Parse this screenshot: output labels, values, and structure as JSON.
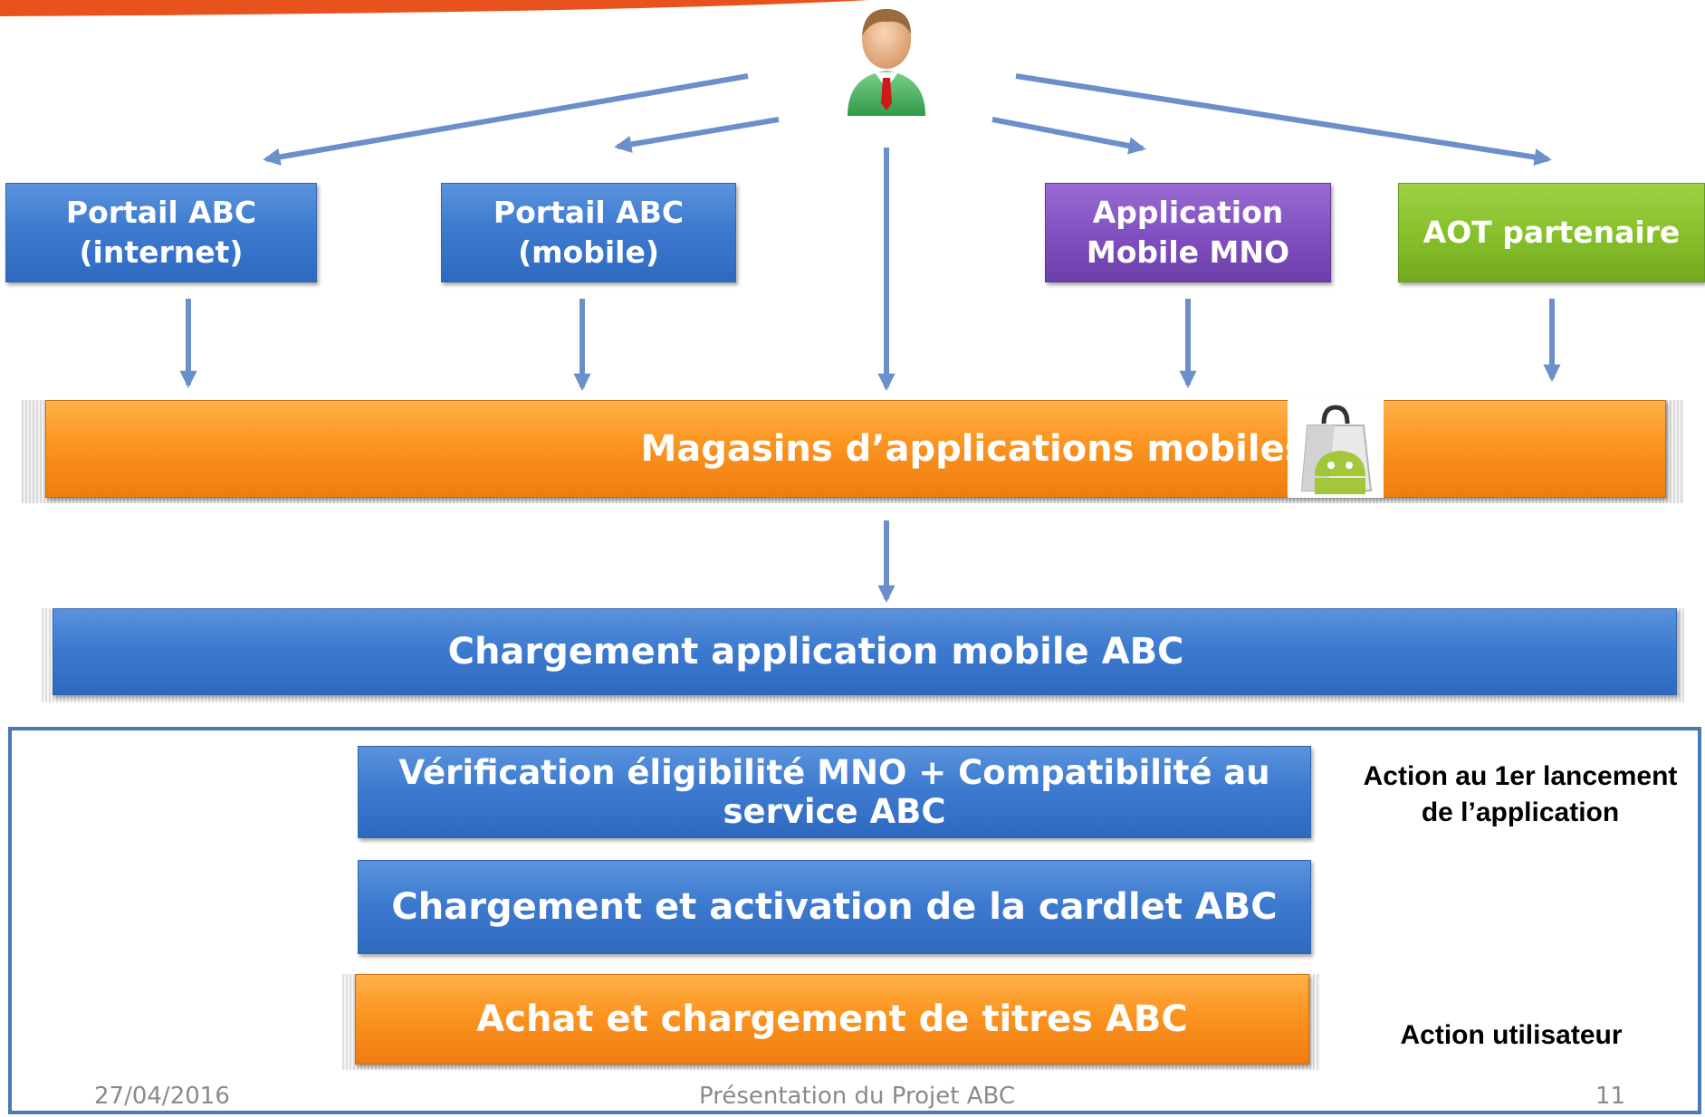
{
  "colors": {
    "arrow": "#6b8fc8",
    "blue": "#3d7bd0",
    "purple": "#7f4fbf",
    "green": "#86bf2a",
    "orange": "#fb9420",
    "banner": "#e8521c",
    "frame": "#4878b8"
  },
  "user": {
    "icon": "user-avatar-icon"
  },
  "sources": {
    "portail_internet": {
      "line1": "Portail ABC",
      "line2": "(internet)"
    },
    "portail_mobile": {
      "line1": "Portail ABC",
      "line2": "(mobile)"
    },
    "app_mno": {
      "line1": "Application",
      "line2": "Mobile MNO"
    },
    "aot": {
      "label": "AOT partenaire"
    }
  },
  "store": {
    "label": "Magasins d’applications mobiles",
    "icon": "android-market-bag-icon"
  },
  "download": {
    "label": "Chargement application mobile ABC"
  },
  "steps": {
    "verification": "Vérification éligibilité MNO + Compatibilité au service ABC",
    "cardlet": "Chargement et activation de la cardlet ABC",
    "purchase": "Achat et chargement de titres ABC"
  },
  "notes": {
    "first_launch_line1": "Action au 1er lancement",
    "first_launch_line2": "de l’application",
    "user_action": "Action utilisateur"
  },
  "footer": {
    "date": "27/04/2016",
    "title": "Présentation du Projet ABC",
    "page": "11"
  }
}
